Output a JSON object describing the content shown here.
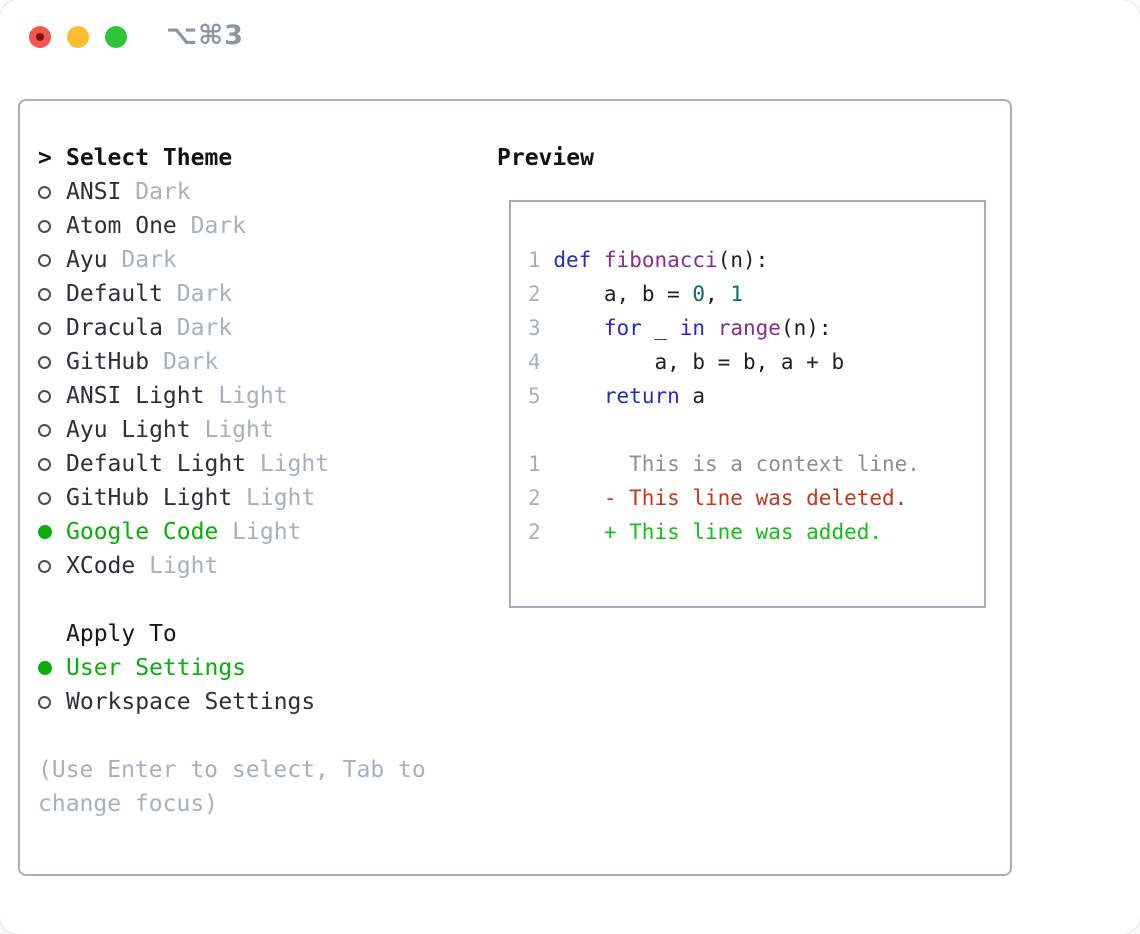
{
  "window": {
    "title": "⌥⌘3",
    "controls": [
      {
        "name": "close"
      },
      {
        "name": "minimize"
      },
      {
        "name": "zoom"
      }
    ]
  },
  "colors": {
    "tl_red": "#f4554e",
    "tl_yellow": "#fcbe2f",
    "tl_green": "#2ec53b",
    "border_gray": "#a8aeb9",
    "muted_gray": "#a9b0bb",
    "selection_green": "#0bad0b",
    "keyword_blue": "#2828c8",
    "function_purple": "#8a2d8a",
    "literal_teal": "#0c6a6a",
    "context_gray": "#8a8f95",
    "deleted_red": "#c4361b",
    "added_green": "#16be16"
  },
  "theme_list": {
    "cursor": ">",
    "header": "Select Theme",
    "items": [
      {
        "name": "ANSI",
        "variant": "Dark",
        "selected": false
      },
      {
        "name": "Atom One",
        "variant": "Dark",
        "selected": false
      },
      {
        "name": "Ayu",
        "variant": "Dark",
        "selected": false
      },
      {
        "name": "Default",
        "variant": "Dark",
        "selected": false
      },
      {
        "name": "Dracula",
        "variant": "Dark",
        "selected": false
      },
      {
        "name": "GitHub",
        "variant": "Dark",
        "selected": false
      },
      {
        "name": "ANSI Light",
        "variant": "Light",
        "selected": false
      },
      {
        "name": "Ayu Light",
        "variant": "Light",
        "selected": false
      },
      {
        "name": "Default Light",
        "variant": "Light",
        "selected": false
      },
      {
        "name": "GitHub Light",
        "variant": "Light",
        "selected": false
      },
      {
        "name": "Google Code",
        "variant": "Light",
        "selected": true
      },
      {
        "name": "XCode",
        "variant": "Light",
        "selected": false
      }
    ]
  },
  "apply_to": {
    "header": "Apply To",
    "items": [
      {
        "name": "User Settings",
        "selected": true
      },
      {
        "name": "Workspace Settings",
        "selected": false
      }
    ]
  },
  "help_text": "(Use Enter to select, Tab to change focus)",
  "preview": {
    "label": "Preview",
    "code_lines": [
      {
        "num": "1",
        "tokens": [
          {
            "text": "def",
            "type": "keyword"
          },
          {
            "text": " ",
            "type": "plain"
          },
          {
            "text": "fibonacci",
            "type": "function"
          },
          {
            "text": "(n):",
            "type": "plain"
          }
        ]
      },
      {
        "num": "2",
        "tokens": [
          {
            "text": "    a, b = ",
            "type": "plain"
          },
          {
            "text": "0",
            "type": "literal"
          },
          {
            "text": ", ",
            "type": "plain"
          },
          {
            "text": "1",
            "type": "literal"
          }
        ]
      },
      {
        "num": "3",
        "tokens": [
          {
            "text": "    ",
            "type": "plain"
          },
          {
            "text": "for",
            "type": "keyword"
          },
          {
            "text": " _ ",
            "type": "plain"
          },
          {
            "text": "in",
            "type": "keyword"
          },
          {
            "text": " ",
            "type": "plain"
          },
          {
            "text": "range",
            "type": "function"
          },
          {
            "text": "(n):",
            "type": "plain"
          }
        ]
      },
      {
        "num": "4",
        "tokens": [
          {
            "text": "        a, b = b, a + b",
            "type": "plain"
          }
        ]
      },
      {
        "num": "5",
        "tokens": [
          {
            "text": "    ",
            "type": "plain"
          },
          {
            "text": "return",
            "type": "keyword"
          },
          {
            "text": " a",
            "type": "plain"
          }
        ]
      }
    ],
    "diff_lines": [
      {
        "num": "1",
        "sign": " ",
        "text": "This is a context line.",
        "type": "context"
      },
      {
        "num": "2",
        "sign": "-",
        "text": "This line was deleted.",
        "type": "deleted"
      },
      {
        "num": "2",
        "sign": "+",
        "text": "This line was added.",
        "type": "added"
      }
    ]
  }
}
